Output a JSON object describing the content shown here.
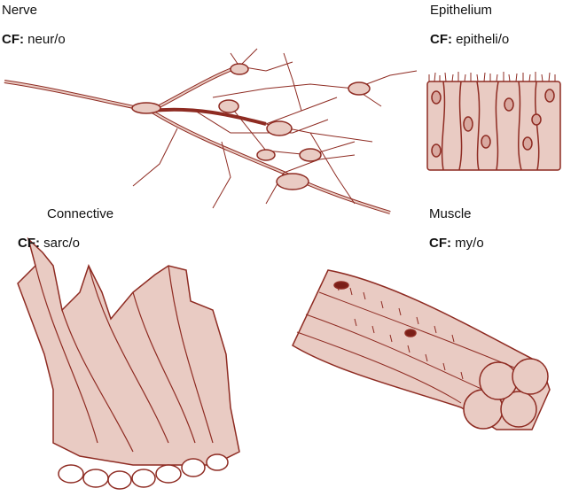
{
  "cf_prefix": "CF:",
  "panels": [
    {
      "title": "Nerve",
      "combining_form": "neur/o"
    },
    {
      "title": "Epithelium",
      "combining_form": "epitheli/o"
    },
    {
      "title": "Connective",
      "combining_form": "sarc/o"
    },
    {
      "title": "Muscle",
      "combining_form": "my/o"
    }
  ],
  "colors": {
    "fill": "#e9cbc3",
    "stroke": "#8e2b22",
    "dark": "#7a1f18"
  }
}
